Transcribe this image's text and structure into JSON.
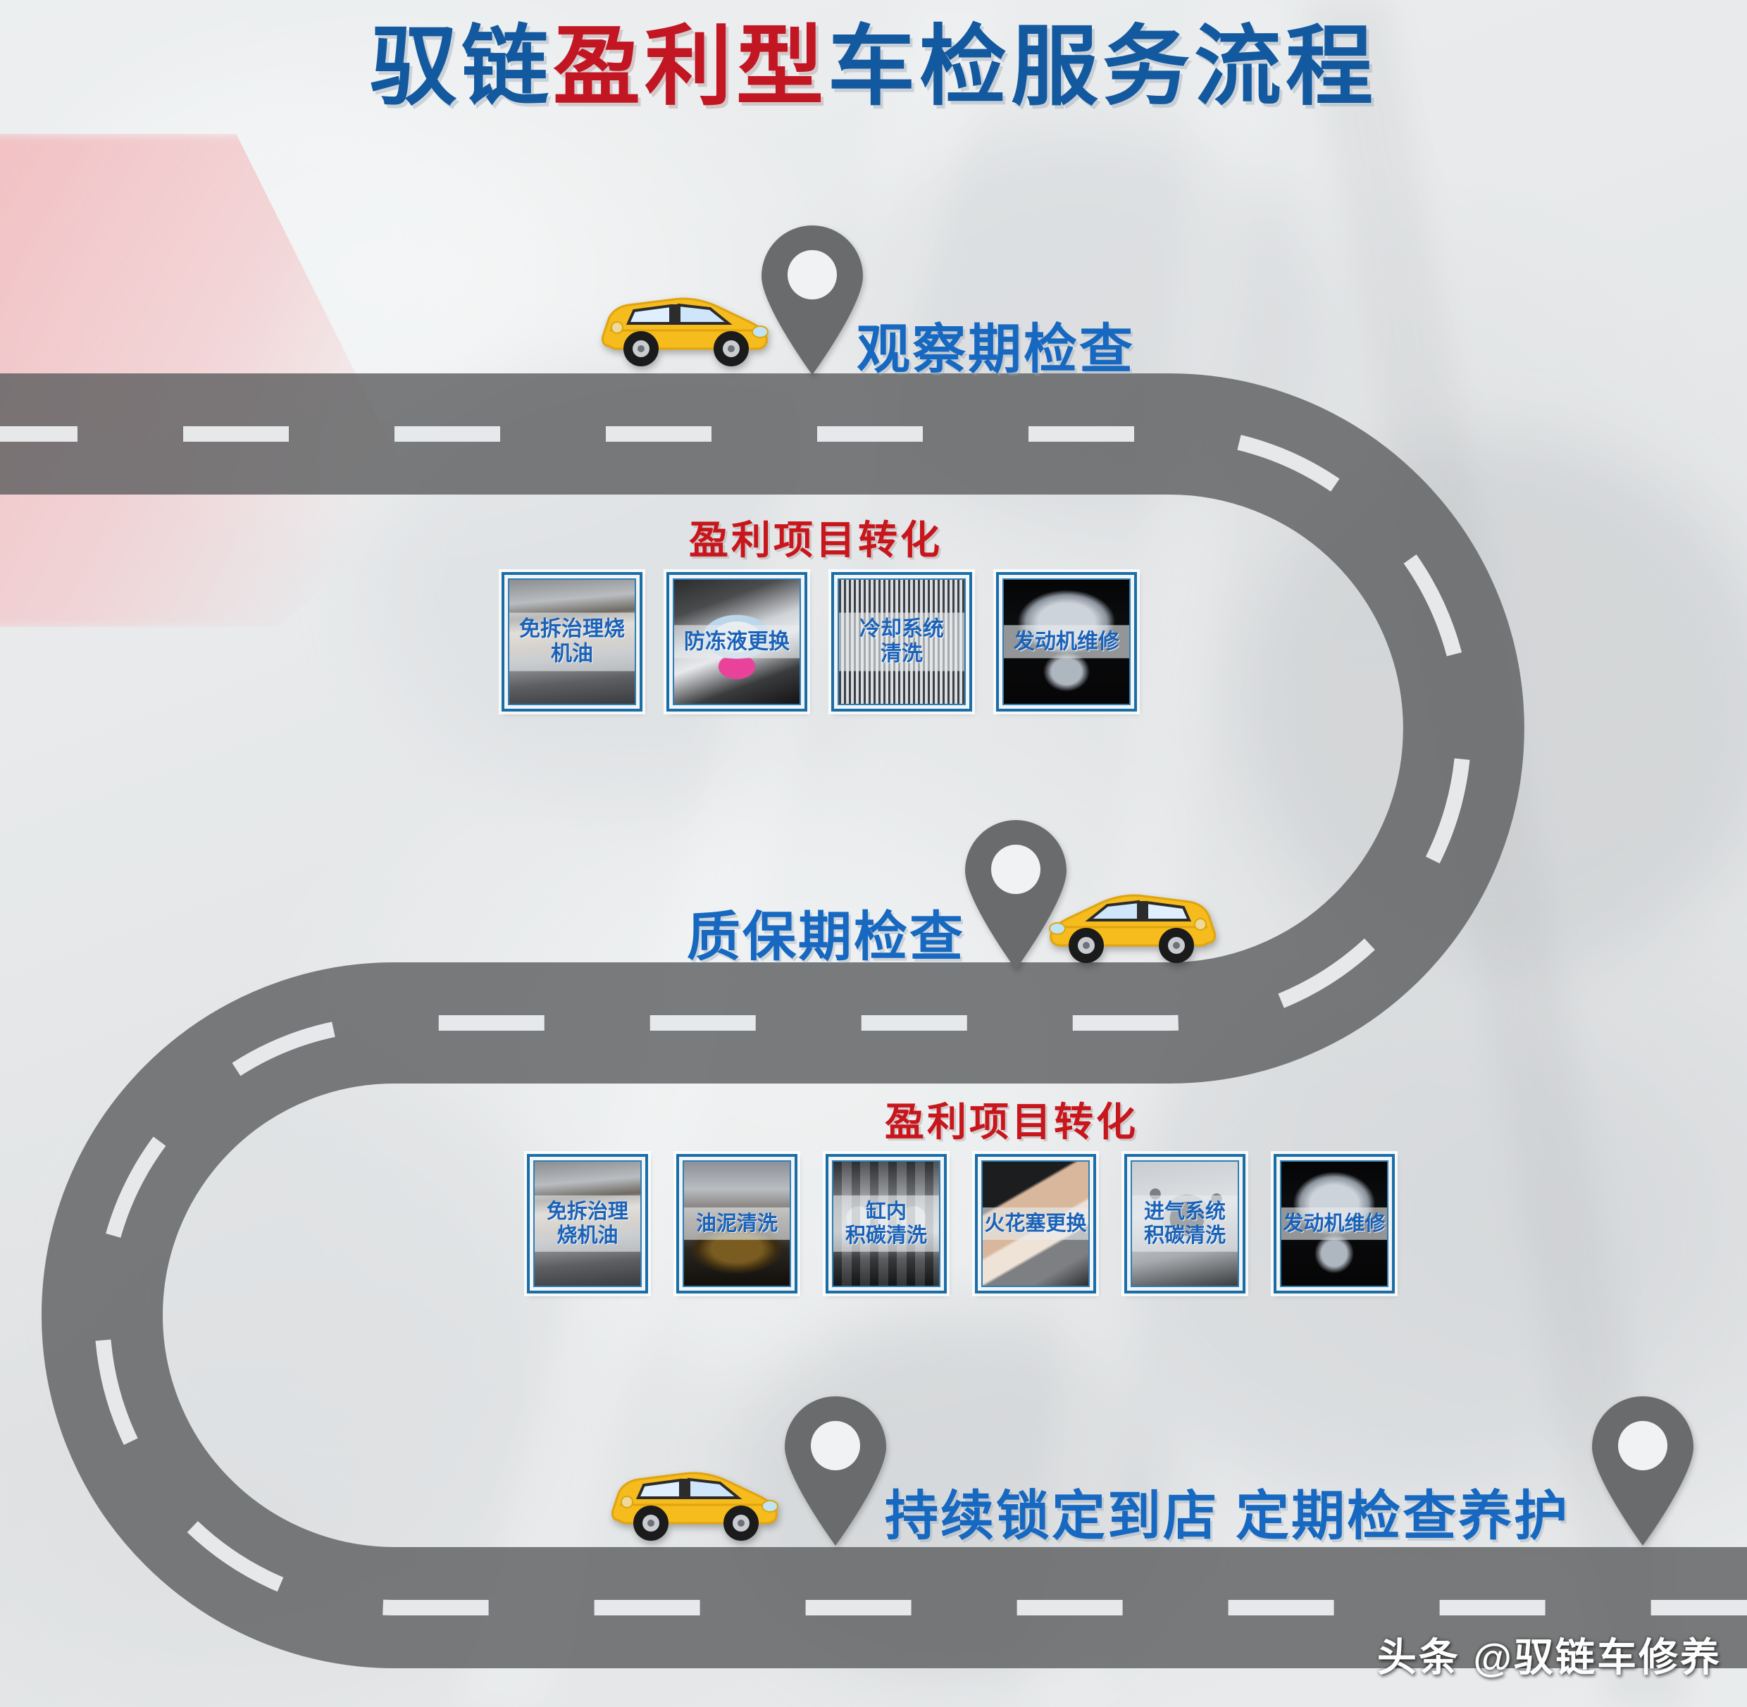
{
  "title": {
    "part1": "驭链",
    "part2": "盈利型",
    "part3": "车检服务流程",
    "blue_hex": "#13599f",
    "red_hex": "#c21622"
  },
  "stages": [
    {
      "label": "观察期检查",
      "pin_icon": "map-pin-icon",
      "car_icon": "yellow-car-icon"
    },
    {
      "label": "质保期检查",
      "pin_icon": "map-pin-icon",
      "car_icon": "yellow-car-icon"
    },
    {
      "label": "持续锁定到店  定期检查养护",
      "pin_icon": "map-pin-icon",
      "car_icon": "yellow-car-icon"
    }
  ],
  "conversion_sections": [
    {
      "heading": "盈利项目转化",
      "cards": [
        {
          "label": "免拆治理烧\n机油",
          "photo": "ph-piston"
        },
        {
          "label": "防冻液更换",
          "photo": "ph-coolant"
        },
        {
          "label": "冷却系统\n清洗",
          "photo": "ph-radiator"
        },
        {
          "label": "发动机维修",
          "photo": "ph-engine"
        }
      ]
    },
    {
      "heading": "盈利项目转化",
      "cards": [
        {
          "label": "免拆治理\n烧机油",
          "photo": "ph-piston"
        },
        {
          "label": "油泥清洗",
          "photo": "ph-sludge"
        },
        {
          "label": "缸内\n积碳清洗",
          "photo": "ph-cylinder"
        },
        {
          "label": "火花塞更换",
          "photo": "ph-spark"
        },
        {
          "label": "进气系统\n积碳清洗",
          "photo": "ph-throttle"
        },
        {
          "label": "发动机维修",
          "photo": "ph-engine"
        }
      ]
    }
  ],
  "watermark": "头条 @驭链车修养",
  "colors": {
    "road_asphalt": "#5b5c5e",
    "road_dash": "#eceef0",
    "pin_grey": "#6a6b6d",
    "card_border_blue": "#1a6ea8",
    "card_text_blue": "#1a62b8",
    "heading_red": "#c8161d",
    "stage_label_blue": "#1668c0"
  }
}
